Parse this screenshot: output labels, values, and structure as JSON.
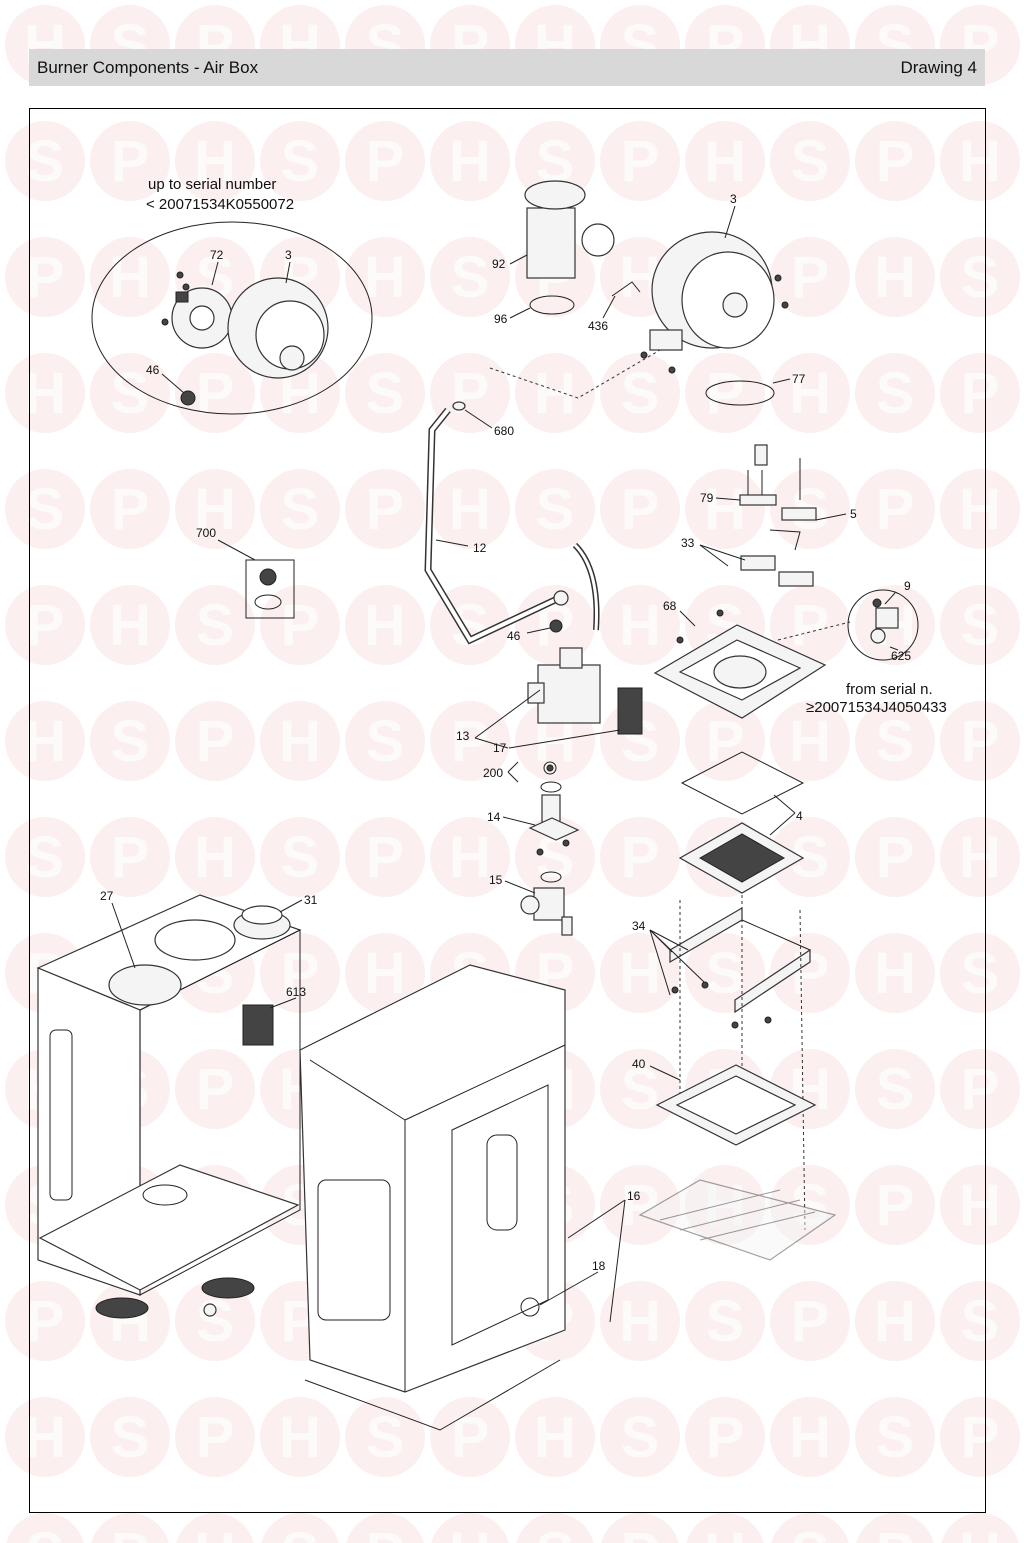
{
  "header": {
    "title": "Burner Components - Air Box",
    "drawing": "Drawing 4"
  },
  "watermark": {
    "letters": [
      "H",
      "S",
      "P"
    ],
    "color": "#e8a8a8"
  },
  "notes": {
    "upto_line1": "up to serial number",
    "upto_line2": "< 20071534K0550072",
    "from_line1": "from serial n.",
    "from_line2": "≥20071534J4050433"
  },
  "labels": {
    "l72": "72",
    "l3a": "3",
    "l46a": "46",
    "l700": "700",
    "l92": "92",
    "l96": "96",
    "l436": "436",
    "l3b": "3",
    "l77": "77",
    "l680": "680",
    "l12": "12",
    "l79": "79",
    "l5": "5",
    "l33": "33",
    "l46b": "46",
    "l68": "68",
    "l9": "9",
    "l625": "625",
    "l13": "13",
    "l17": "17",
    "l200": "200",
    "l14": "14",
    "l4": "4",
    "l15": "15",
    "l27": "27",
    "l31": "31",
    "l34": "34",
    "l613": "613",
    "l40": "40",
    "l16": "16",
    "l18": "18"
  }
}
